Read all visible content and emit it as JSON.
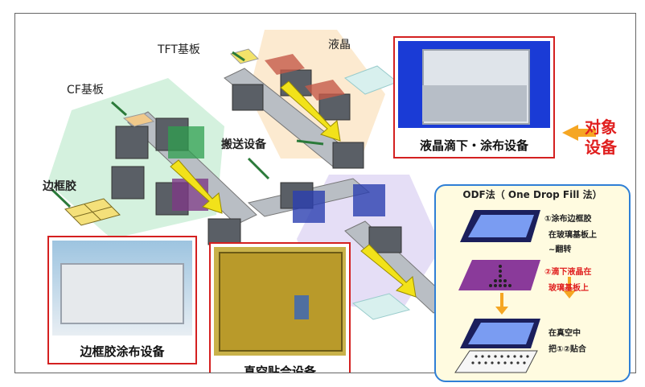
{
  "labels": {
    "tft": "TFT基板",
    "lc": "液晶",
    "cf": "CF基板",
    "transport": "搬送设备",
    "sealant": "边框胶"
  },
  "equipment": {
    "lc_drop": "液晶滴下・涂布设备",
    "sealant_coat": "边框胶涂布设备",
    "vacuum": "真空贴合设备"
  },
  "target": {
    "line1": "对象",
    "line2": "设备"
  },
  "odf": {
    "title": "ODF法（ One Drop Fill 法）",
    "step1_a": "①涂布边框胶",
    "step1_b": "在玻璃基板上",
    "step1_c": "~翻转",
    "step2_a": "②滴下液晶在",
    "step2_b": "玻璃基板上",
    "step3_a": "在真空中",
    "step3_b": "把①②贴合"
  },
  "colors": {
    "accent_red": "#e02020",
    "arrow_orange": "#f5a623",
    "odf_border": "#2f7fd6",
    "arrow_yellow": "#f2e21a"
  }
}
